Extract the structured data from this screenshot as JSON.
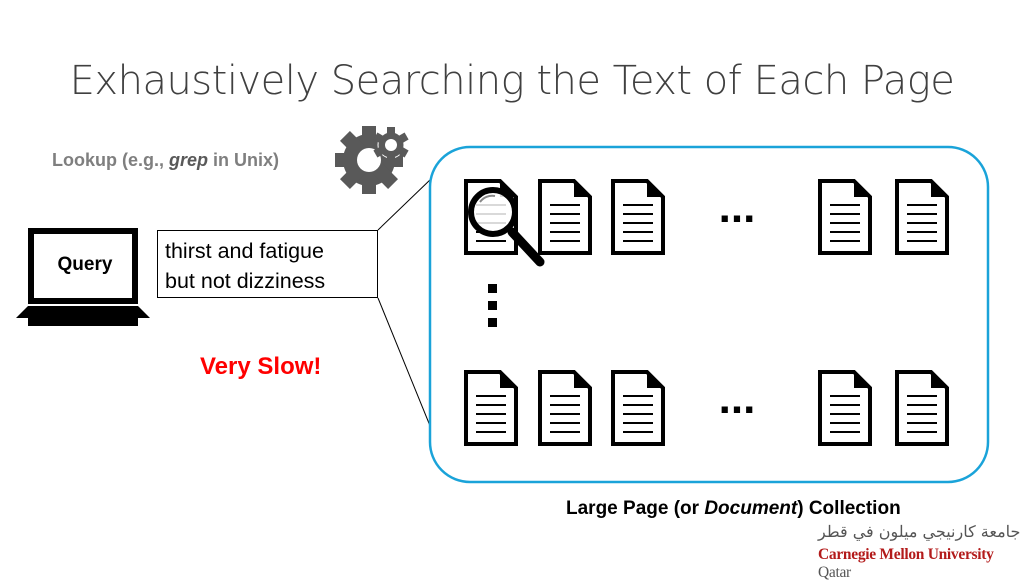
{
  "title": "Exhaustively Searching the Text of Each Page",
  "lookup": {
    "prefix": "Lookup (e.g., ",
    "command": "grep",
    "suffix": " in Unix)"
  },
  "query": {
    "label": "Query",
    "line1": "thirst and fatigue",
    "line2": "but not dizziness"
  },
  "status": "Very Slow!",
  "collection": {
    "prefix": "Large Page (or ",
    "emphasis": "Document",
    "suffix": ") Collection"
  },
  "ellipsis": "...",
  "logo": {
    "arabic": "جامعة كارنيجي ميلون في قطر",
    "university": "Carnegie Mellon University",
    "campus": " Qatar"
  },
  "icons": [
    "gear-icon",
    "computer-monitor-icon",
    "document-icon",
    "magnifier-icon"
  ],
  "colors": {
    "collection_border": "#1aa3d9",
    "status": "#ff0000",
    "lookup_text": "#7f7f7f",
    "logo_red": "#b31b1b"
  }
}
